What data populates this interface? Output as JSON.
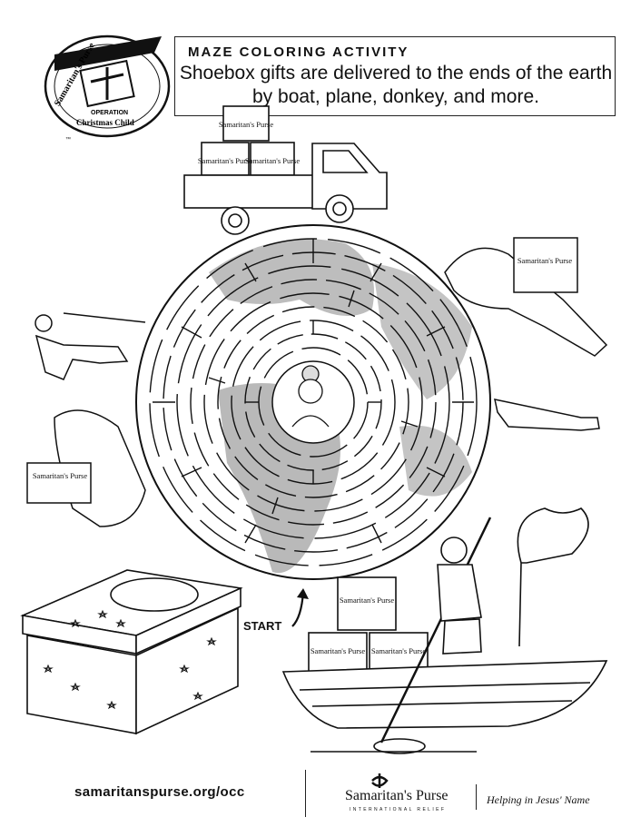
{
  "header": {
    "title": "MAZE COLORING ACTIVITY",
    "description": "Shoebox gifts are delivered to the ends of the earth by boat, plane, donkey, and more."
  },
  "logo": {
    "brand_text": "Samaritan's Purse",
    "operation_text": "OPERATION",
    "christmas_text": "Christmas Child",
    "trademark": "™"
  },
  "shoebox_label": "Samaritan's Purse",
  "maze": {
    "start_label": "START"
  },
  "footer": {
    "url": "samaritanspurse.org/occ",
    "brand": "Samaritan's Purse",
    "brand_sub": "INTERNATIONAL RELIEF",
    "tagline": "Helping in Jesus' Name"
  }
}
